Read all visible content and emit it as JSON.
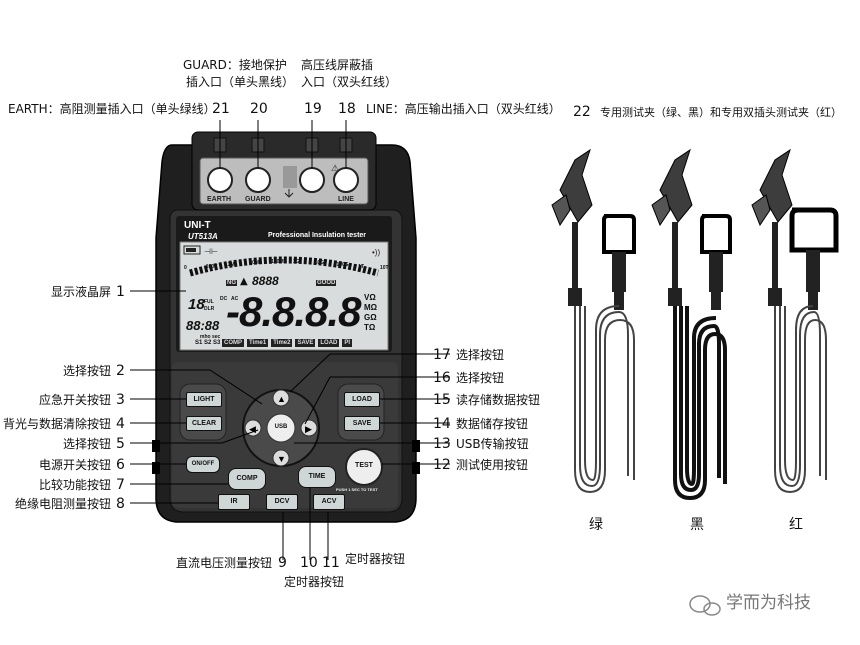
{
  "top_labels": {
    "guard_line1": "GUARD：接地保护",
    "guard_line2": "插入口（单头黑线）",
    "shield_line1": "高压线屏蔽插",
    "shield_line2": "入口（双头红线）",
    "earth": "EARTH：高阻测量插入口（单头绿线）",
    "line": "LINE：高压输出插入口（双头红线）",
    "n21": "21",
    "n20": "20",
    "n19": "19",
    "n18": "18"
  },
  "clips_label": {
    "num": "22",
    "text": "专用测试夹（绿、黑）和专用双插头测试夹（红）"
  },
  "left_labels": [
    {
      "num": "1",
      "text": "显示液晶屏"
    },
    {
      "num": "2",
      "text": "选择按钮"
    },
    {
      "num": "3",
      "text": "应急开关按钮"
    },
    {
      "num": "4",
      "text": "背光与数据清除按钮"
    },
    {
      "num": "5",
      "text": "选择按钮"
    },
    {
      "num": "6",
      "text": "电源开关按钮"
    },
    {
      "num": "7",
      "text": "比较功能按钮"
    },
    {
      "num": "8",
      "text": "绝缘电阻测量按钮"
    }
  ],
  "right_labels": [
    {
      "num": "17",
      "text": "选择按钮"
    },
    {
      "num": "16",
      "text": "选择按钮"
    },
    {
      "num": "15",
      "text": "读存储数据按钮"
    },
    {
      "num": "14",
      "text": "数据储存按钮"
    },
    {
      "num": "13",
      "text": "USB传输按钮"
    },
    {
      "num": "12",
      "text": "测试使用按钮"
    }
  ],
  "bottom_labels": {
    "dcv_text": "直流电压测量按钮",
    "n9": "9",
    "n10": "10",
    "n11": "11",
    "timer_right": "定时器按钮",
    "timer_bottom": "定时器按钮"
  },
  "device": {
    "brand": "UNI-T",
    "model": "UT513A",
    "subtitle": "Professional Insulation tester",
    "ports": [
      "EARTH",
      "GUARD",
      "LINE"
    ],
    "lcd": {
      "scale_ticks": [
        "0",
        "100K",
        "1M",
        "10M",
        "100M",
        "1G",
        "10G",
        "100G",
        "1T",
        "10T"
      ],
      "main_digits": "-8.8.8.8",
      "small_digits": "8888",
      "left_digits": "18",
      "time_digits": "88:88",
      "tags": [
        "NG",
        "GOOD"
      ],
      "indicators": [
        "FUL",
        "DLR",
        "DC",
        "AC",
        "S1",
        "S2",
        "S3",
        "mho",
        "sec"
      ],
      "units": [
        "VΩ",
        "MΩ",
        "GΩ",
        "TΩ"
      ],
      "modes": [
        "COMP",
        "Time1",
        "Time2",
        "SAVE",
        "LOAD",
        "PI"
      ]
    },
    "buttons": {
      "light": "LIGHT",
      "clear": "CLEAR",
      "load": "LOAD",
      "save": "SAVE",
      "usb": "USB",
      "onoff": "ON/OFF",
      "comp": "COMP",
      "time": "TIME",
      "test": "TEST",
      "ir": "IR",
      "dcv": "DCV",
      "acv": "ACV",
      "push_note": "PUSH 1 SEC TO TEST"
    }
  },
  "clip_colors": [
    "绿",
    "黑",
    "红"
  ],
  "watermark": "学而为科技",
  "colors": {
    "body": "#2b2b2b",
    "lcd": "#d9dcdc",
    "button": "#3a3a3a",
    "wire": "#333333",
    "accent": "#000000"
  }
}
